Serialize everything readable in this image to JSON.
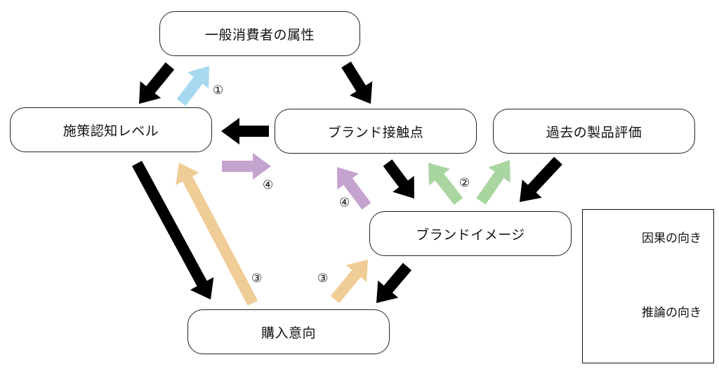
{
  "nodes": {
    "consumer": "一般消費者の属性",
    "awareness": "施策認知レベル",
    "touchpoint": "ブランド接触点",
    "past_eval": "過去の製品評価",
    "image": "ブランドイメージ",
    "purchase": "購入意向"
  },
  "markers": {
    "m1": "①",
    "m2": "②",
    "m3a": "③",
    "m3b": "③",
    "m4a": "④",
    "m4b": "④"
  },
  "legend": {
    "causal": "因果の向き",
    "inference": "推論の向き"
  },
  "colors": {
    "causal": "#000000",
    "inference_1": "#a6d8f0",
    "inference_2": "#a9d5a0",
    "inference_3": "#f0cc96",
    "inference_4": "#c5a3cf"
  }
}
